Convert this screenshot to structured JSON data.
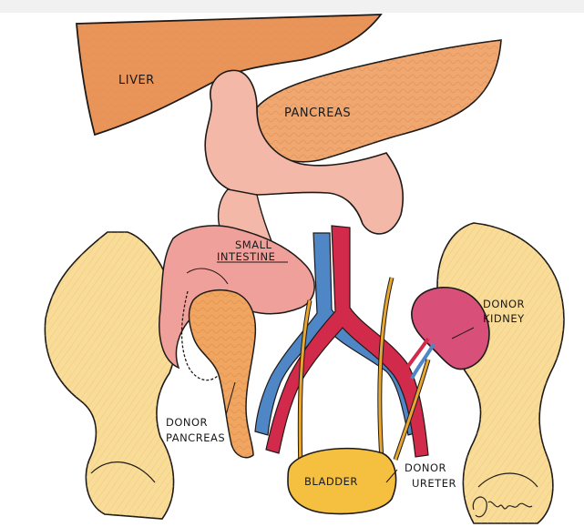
{
  "illustration": {
    "labels": {
      "liver": "LIVER",
      "pancreas": "PANCREAS",
      "small_intestine_line1": "SMALL",
      "small_intestine_line2": "INTESTINE",
      "donor_kidney_line1": "DONOR",
      "donor_kidney_line2": "KIDNEY",
      "donor_pancreas_line1": "DONOR",
      "donor_pancreas_line2": "PANCREAS",
      "bladder": "BLADDER",
      "donor_ureter_line1": "DONOR",
      "donor_ureter_line2": "URETER"
    },
    "signature": "Shu fan",
    "colors": {
      "liver": "#e9955a",
      "pancreas": "#f0a870",
      "intestine": "#f4b8a8",
      "pelvis_bone": "#f8dc98",
      "artery": "#d22a4a",
      "vein": "#4f86c6",
      "kidney": "#d8507a",
      "ureter": "#e8a830",
      "bladder": "#f5c040",
      "outline": "#1e1a18"
    }
  }
}
